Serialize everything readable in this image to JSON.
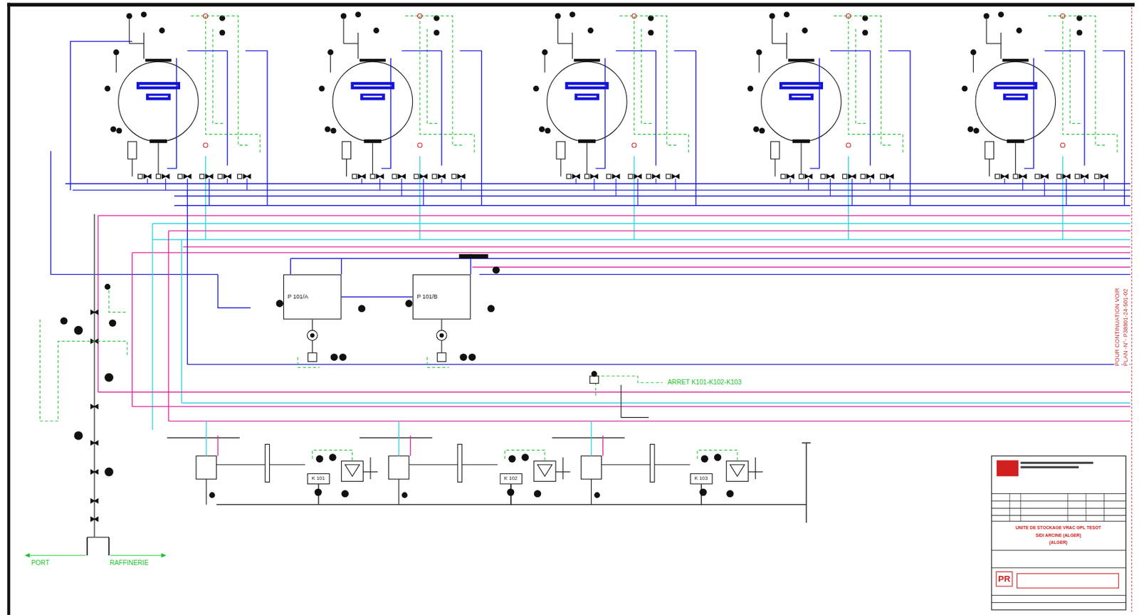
{
  "diagram": {
    "nodes": [
      {
        "text": [
          "P 101/A"
        ]
      },
      {
        "text": [
          "P 101/B"
        ]
      },
      {
        "text": [
          "K 101"
        ]
      },
      {
        "text": [
          "K 102"
        ]
      },
      {
        "text": [
          "K 103"
        ]
      },
      {
        "text": [
          "PR"
        ]
      }
    ],
    "edges": [
      {
        "from": 0,
        "to": 1,
        "arrow": "none"
      },
      {
        "from": 2,
        "to": 3,
        "arrow": "none"
      },
      {
        "from": 3,
        "to": 4,
        "arrow": "none"
      }
    ],
    "labels": [
      "ARRET K101-K102-K103",
      "PORT",
      "RAFFINERIE",
      "POUR CONTINUATION VOIR",
      "PLAN -N°- P38801-24-501-02",
      "UNITE DE STOCKAGE VRAC GPL TESOT",
      "SIDI ARCINE (ALGER)",
      "(ALGER)"
    ]
  }
}
